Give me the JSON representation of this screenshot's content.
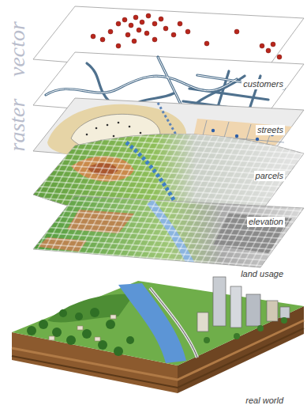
{
  "diagram": {
    "labels": [
      "vector",
      "raster",
      "customers",
      "streets",
      "parcels",
      "elevation",
      "land usage",
      "real world"
    ]
  }
}
